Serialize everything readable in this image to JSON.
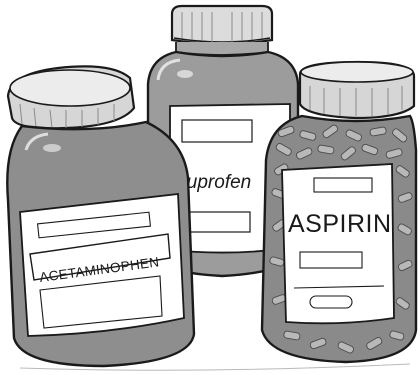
{
  "labels": {
    "left": "ACETAMINOPHEN",
    "middle": "ibuprofen",
    "right": "ASPIRIN"
  },
  "colors": {
    "ink": "#1a1a1a",
    "glass": "#9a9a9a",
    "glass_dark": "#6e6e6e",
    "cap": "#d9d9d9",
    "paper": "#ffffff",
    "pills": "#b5b5b5"
  }
}
